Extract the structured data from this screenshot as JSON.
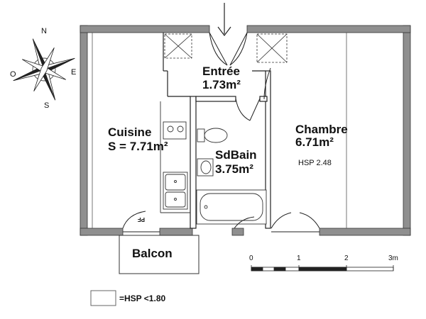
{
  "rooms": {
    "entree": {
      "name": "Entrée",
      "area": "1.73m²"
    },
    "cuisine": {
      "name": "Cuisine",
      "area": "S = 7.71m²"
    },
    "sdbain": {
      "name": "SdBain",
      "area": "3.75m²"
    },
    "chambre": {
      "name": "Chambre",
      "area": "6.71m²",
      "hsp": "HSP 2.48"
    },
    "balcon": {
      "name": "Balcon"
    }
  },
  "compass": {
    "n": "N",
    "e": "E",
    "s": "S",
    "o": "O"
  },
  "door_mark": "PF",
  "scale": {
    "ticks": [
      "0",
      "1",
      "2",
      "3m"
    ]
  },
  "legend": {
    "text": "=HSP <1.80"
  },
  "colors": {
    "wall": "#8f8f8f",
    "line": "#222222"
  }
}
